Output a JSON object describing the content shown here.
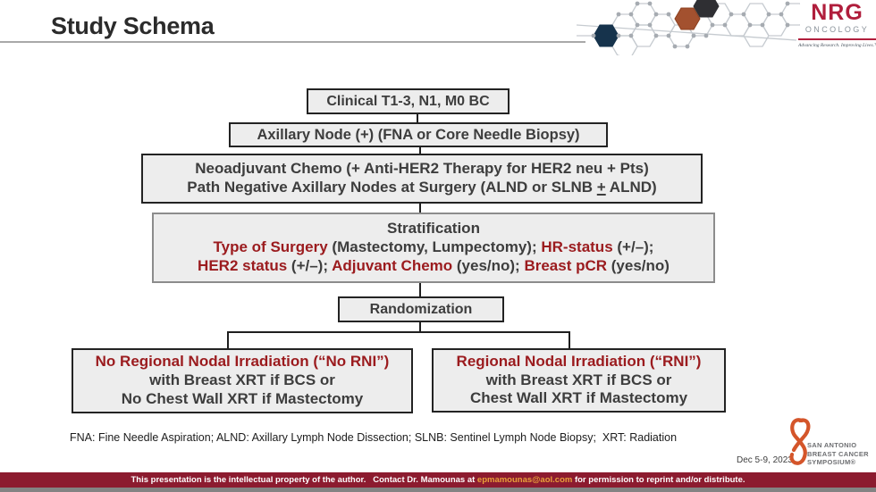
{
  "title": "Study Schema",
  "nrg": {
    "name": "NRG",
    "division": "ONCOLOGY",
    "tagline": "Advancing Research. Improving Lives.™"
  },
  "flow": {
    "clinical": "Clinical T1-3, N1, M0 BC",
    "axillary": "Axillary Node (+) (FNA or Core Needle Biopsy)",
    "neoadjuvant": {
      "line1": "Neoadjuvant Chemo (+ Anti-HER2 Therapy for HER2 neu + Pts)",
      "line2_pre": "Path Negative Axillary Nodes at Surgery (ALND or SLNB ",
      "line2_plusminus": "+",
      "line2_post": " ALND)"
    },
    "stratification": {
      "title": "Stratification",
      "line2": [
        {
          "text": "Type of Surgery",
          "emphasis": true
        },
        {
          "text": " (Mastectomy, Lumpectomy); ",
          "emphasis": false
        },
        {
          "text": "HR-status",
          "emphasis": true
        },
        {
          "text": " (+/–);",
          "emphasis": false
        }
      ],
      "line3": [
        {
          "text": "HER2 status",
          "emphasis": true
        },
        {
          "text": " (+/–); ",
          "emphasis": false
        },
        {
          "text": "Adjuvant Chemo",
          "emphasis": true
        },
        {
          "text": " (yes/no); ",
          "emphasis": false
        },
        {
          "text": "Breast pCR",
          "emphasis": true
        },
        {
          "text": " (yes/no)",
          "emphasis": false
        }
      ]
    },
    "randomization": "Randomization",
    "arm_no_rni": {
      "line1": "No Regional Nodal Irradiation (“No RNI”)",
      "line2": "with Breast XRT if BCS or",
      "line3": "No Chest Wall XRT if Mastectomy"
    },
    "arm_rni": {
      "line1": "Regional Nodal Irradiation (“RNI”)",
      "line2": "with Breast XRT if BCS or",
      "line3": "Chest Wall XRT if Mastectomy"
    }
  },
  "footnote": "FNA: Fine Needle Aspiration; ALND: Axillary Lymph Node Dissection; SLNB: Sentinel Lymph Node Biopsy;  XRT: Radiation",
  "date": "Dec 5-9, 2023",
  "sabcs": {
    "line1": "SAN ANTONIO",
    "line2": "BREAST CANCER",
    "line3": "SYMPOSIUM®"
  },
  "footer": {
    "text_before": "This presentation is the intellectual property of the author.   Contact Dr. Mamounas at ",
    "email": "epmamounas@aol.com",
    "text_after": " for permission to reprint and/or distribute."
  },
  "colors": {
    "emphasis_red_text": "#9b1b1e",
    "box_fill": "#ededed",
    "box_border": "#232323",
    "strat_border": "#8c8c8c",
    "footer_bar": "#8c1b2f",
    "email_link": "#e9a13b",
    "nrg_red": "#b01e3c",
    "sabcs_orange": "#d4552a"
  }
}
